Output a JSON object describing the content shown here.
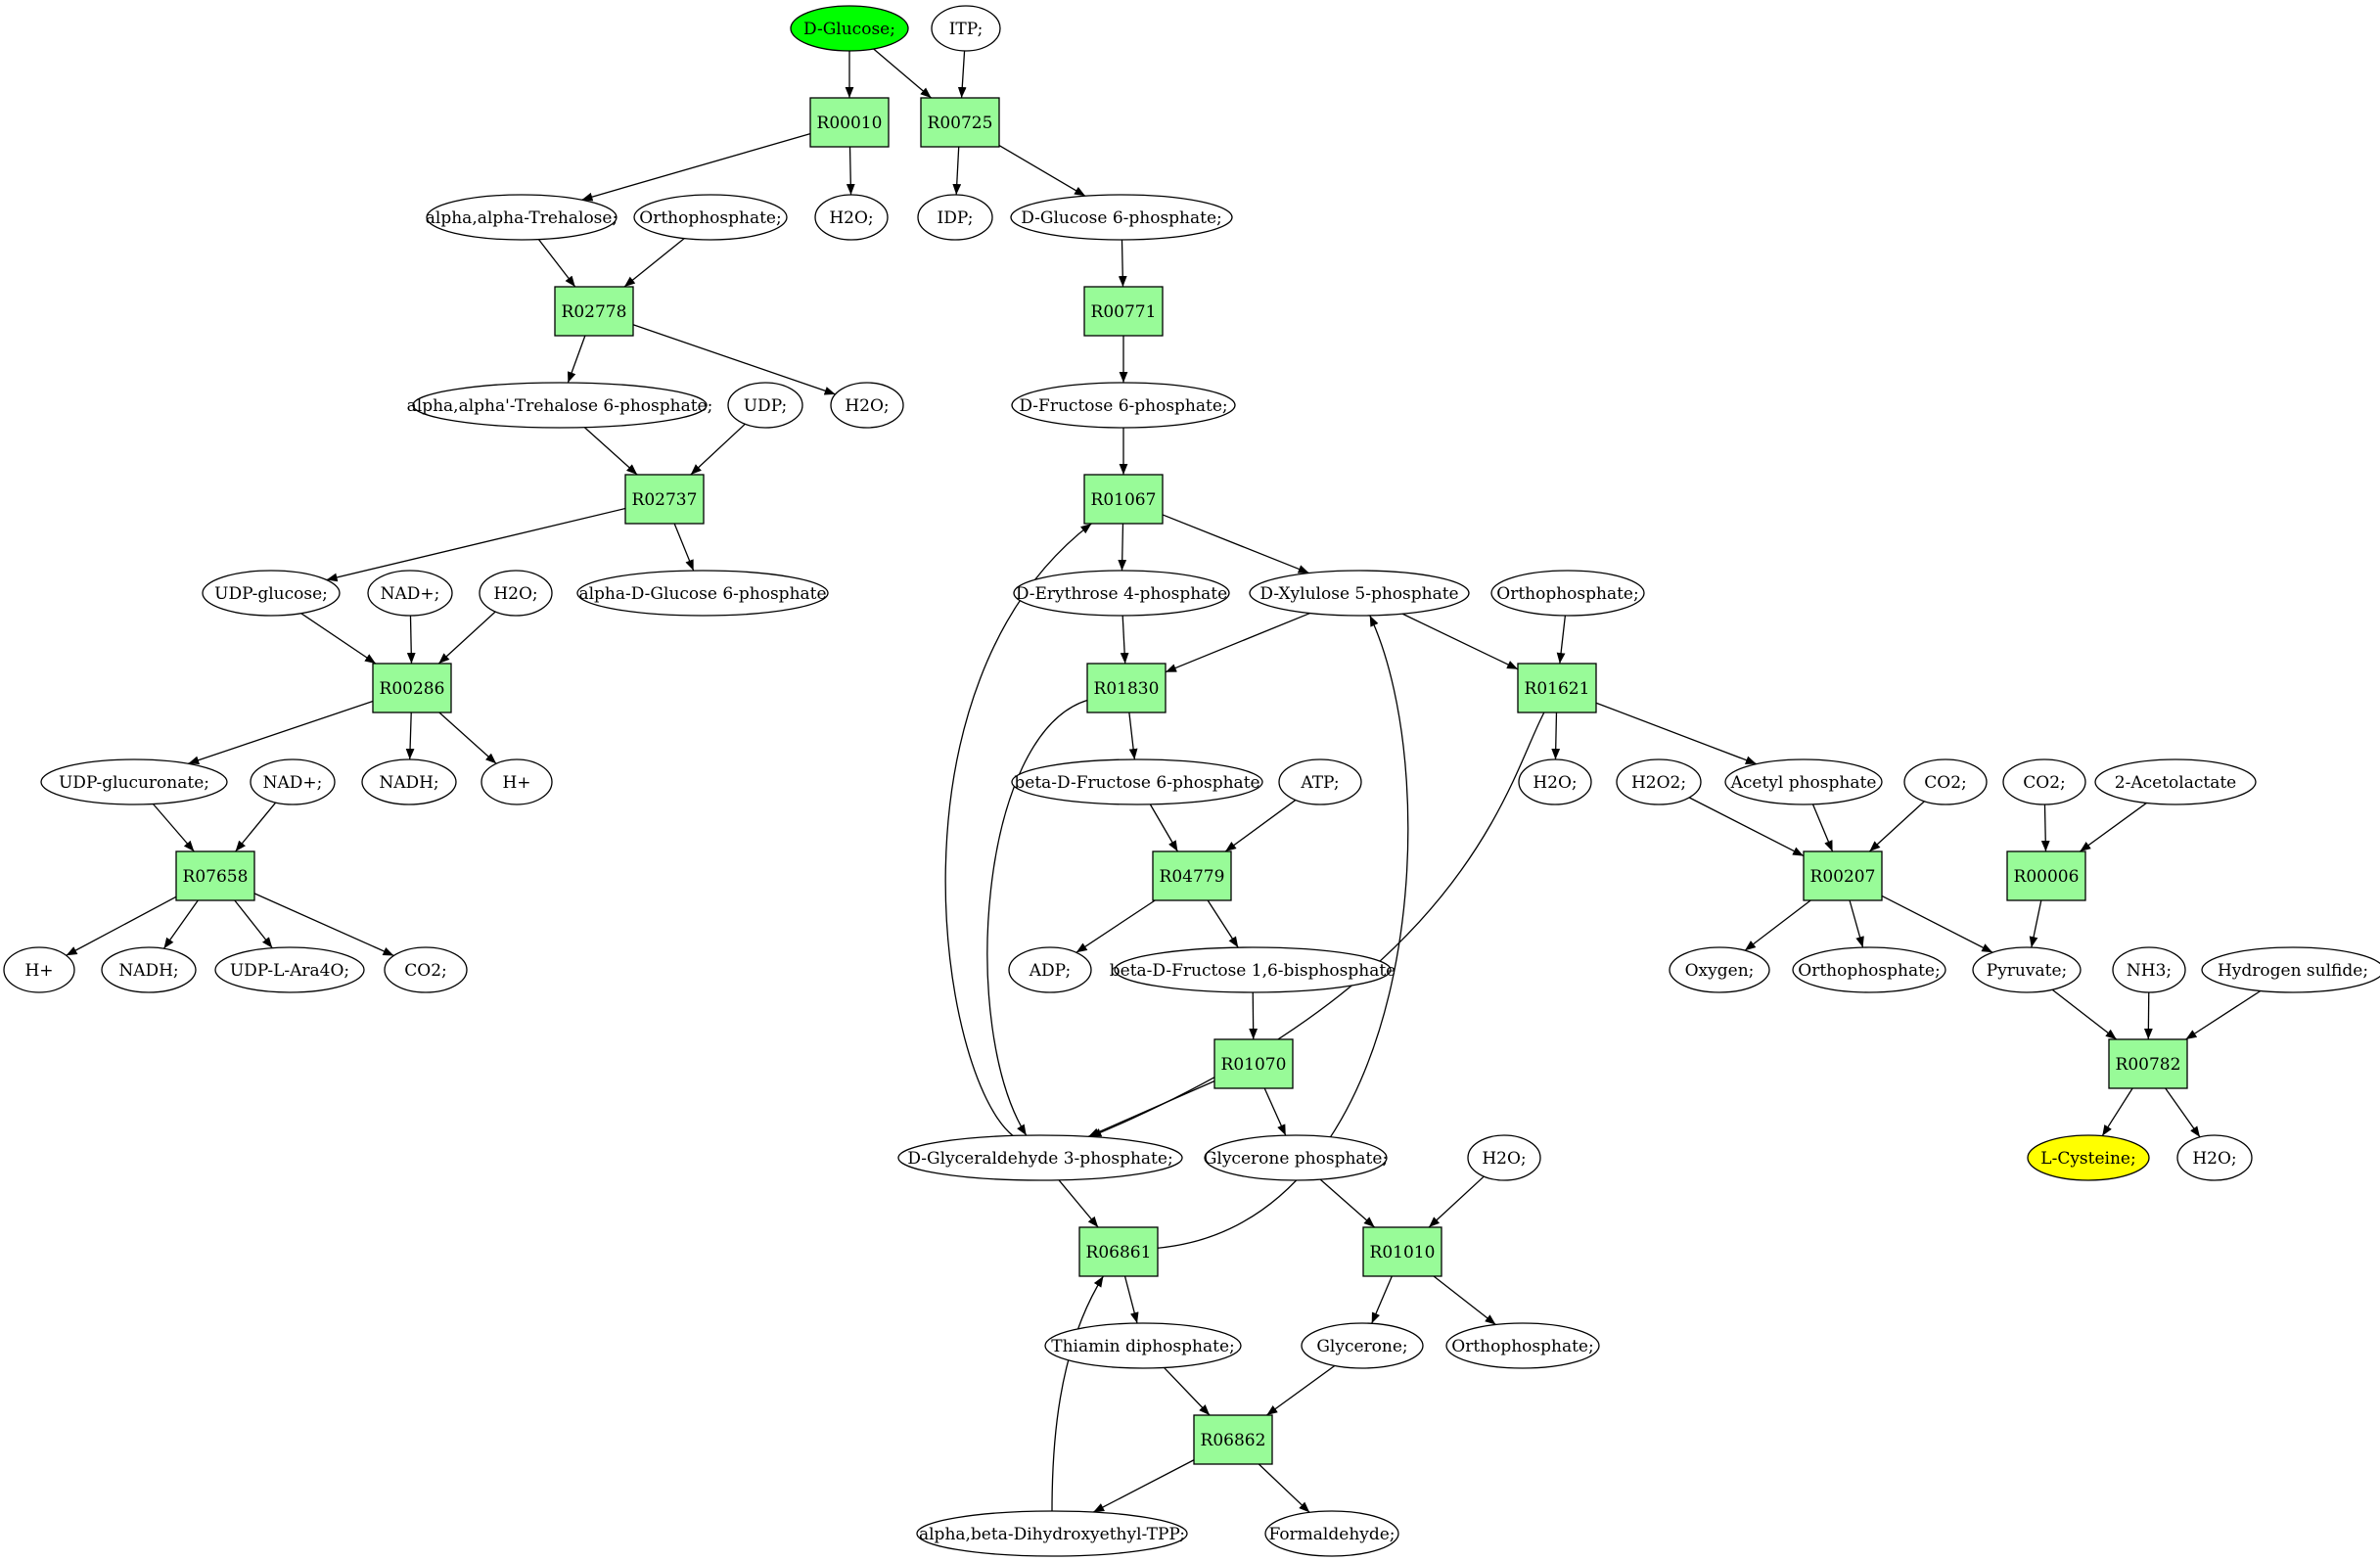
{
  "reactions": [
    {
      "id": "r00010",
      "label": "R00010"
    },
    {
      "id": "r00725",
      "label": "R00725"
    },
    {
      "id": "r02778",
      "label": "R02778"
    },
    {
      "id": "r00771",
      "label": "R00771"
    },
    {
      "id": "r02737",
      "label": "R02737"
    },
    {
      "id": "r01067",
      "label": "R01067"
    },
    {
      "id": "r00286",
      "label": "R00286"
    },
    {
      "id": "r01830",
      "label": "R01830"
    },
    {
      "id": "r01621",
      "label": "R01621"
    },
    {
      "id": "r07658",
      "label": "R07658"
    },
    {
      "id": "r04779",
      "label": "R04779"
    },
    {
      "id": "r00207",
      "label": "R00207"
    },
    {
      "id": "r00006",
      "label": "R00006"
    },
    {
      "id": "r01070",
      "label": "R01070"
    },
    {
      "id": "r00782",
      "label": "R00782"
    },
    {
      "id": "r06861",
      "label": "R06861"
    },
    {
      "id": "r01010",
      "label": "R01010"
    },
    {
      "id": "r06862",
      "label": "R06862"
    }
  ],
  "compounds": [
    {
      "id": "dglucose",
      "label": "D-Glucose;",
      "role": "start"
    },
    {
      "id": "itp",
      "label": "ITP;"
    },
    {
      "id": "trehalose",
      "label": "alpha,alpha-Trehalose;"
    },
    {
      "id": "orthophosphate1",
      "label": "Orthophosphate;"
    },
    {
      "id": "h2o_1",
      "label": "H2O;"
    },
    {
      "id": "idp",
      "label": "IDP;"
    },
    {
      "id": "g6p",
      "label": "D-Glucose 6-phosphate;"
    },
    {
      "id": "t6p",
      "label": "alpha,alpha'-Trehalose 6-phosphate;"
    },
    {
      "id": "udp",
      "label": "UDP;"
    },
    {
      "id": "h2o_2",
      "label": "H2O;"
    },
    {
      "id": "f6p",
      "label": "D-Fructose 6-phosphate;"
    },
    {
      "id": "udpglucose",
      "label": "UDP-glucose;"
    },
    {
      "id": "nad1",
      "label": "NAD+;"
    },
    {
      "id": "h2o_3",
      "label": "H2O;"
    },
    {
      "id": "adg6p",
      "label": "alpha-D-Glucose 6-phosphate"
    },
    {
      "id": "e4p",
      "label": "D-Erythrose 4-phosphate"
    },
    {
      "id": "x5p",
      "label": "D-Xylulose 5-phosphate"
    },
    {
      "id": "orthophosphate2",
      "label": "Orthophosphate;"
    },
    {
      "id": "udpglucuronate",
      "label": "UDP-glucuronate;"
    },
    {
      "id": "nad2",
      "label": "NAD+;"
    },
    {
      "id": "nadh1",
      "label": "NADH;"
    },
    {
      "id": "hplus1",
      "label": "H+"
    },
    {
      "id": "bf6p",
      "label": "beta-D-Fructose 6-phosphate"
    },
    {
      "id": "atp",
      "label": "ATP;"
    },
    {
      "id": "h2o_4",
      "label": "H2O;"
    },
    {
      "id": "h2o2",
      "label": "H2O2;"
    },
    {
      "id": "acetylphosphate",
      "label": "Acetyl phosphate"
    },
    {
      "id": "co2_1",
      "label": "CO2;"
    },
    {
      "id": "co2_2",
      "label": "CO2;"
    },
    {
      "id": "acetolactate",
      "label": "2-Acetolactate"
    },
    {
      "id": "hplus2",
      "label": "H+"
    },
    {
      "id": "nadh2",
      "label": "NADH;"
    },
    {
      "id": "udpara4o",
      "label": "UDP-L-Ara4O;"
    },
    {
      "id": "co2_3",
      "label": "CO2;"
    },
    {
      "id": "adp",
      "label": "ADP;"
    },
    {
      "id": "fbp",
      "label": "beta-D-Fructose 1,6-bisphosphate"
    },
    {
      "id": "oxygen",
      "label": "Oxygen;"
    },
    {
      "id": "orthophosphate3",
      "label": "Orthophosphate;"
    },
    {
      "id": "pyruvate",
      "label": "Pyruvate;"
    },
    {
      "id": "nh3",
      "label": "NH3;"
    },
    {
      "id": "h2s",
      "label": "Hydrogen sulfide;"
    },
    {
      "id": "gap",
      "label": "D-Glyceraldehyde 3-phosphate;"
    },
    {
      "id": "dhap",
      "label": "Glycerone phosphate;"
    },
    {
      "id": "h2o_5",
      "label": "H2O;"
    },
    {
      "id": "lcysteine",
      "label": "L-Cysteine;",
      "role": "target"
    },
    {
      "id": "h2o_6",
      "label": "H2O;"
    },
    {
      "id": "tpp",
      "label": "Thiamin diphosphate;"
    },
    {
      "id": "glycerone",
      "label": "Glycerone;"
    },
    {
      "id": "orthophosphate4",
      "label": "Orthophosphate;"
    },
    {
      "id": "dhetpp",
      "label": "alpha,beta-Dihydroxyethyl-TPP;"
    },
    {
      "id": "formaldehyde",
      "label": "Formaldehyde;"
    }
  ],
  "edges": [
    [
      "dglucose",
      "r00010"
    ],
    [
      "dglucose",
      "r00725"
    ],
    [
      "itp",
      "r00725"
    ],
    [
      "r00010",
      "trehalose"
    ],
    [
      "r00010",
      "h2o_1"
    ],
    [
      "r00725",
      "idp"
    ],
    [
      "r00725",
      "g6p"
    ],
    [
      "trehalose",
      "r02778"
    ],
    [
      "orthophosphate1",
      "r02778"
    ],
    [
      "g6p",
      "r00771"
    ],
    [
      "r02778",
      "t6p"
    ],
    [
      "r02778",
      "h2o_2"
    ],
    [
      "r00771",
      "f6p"
    ],
    [
      "t6p",
      "r02737"
    ],
    [
      "udp",
      "r02737"
    ],
    [
      "f6p",
      "r01067"
    ],
    [
      "r02737",
      "udpglucose"
    ],
    [
      "r02737",
      "adg6p"
    ],
    [
      "r01067",
      "e4p"
    ],
    [
      "r01067",
      "x5p"
    ],
    [
      "udpglucose",
      "r00286"
    ],
    [
      "nad1",
      "r00286"
    ],
    [
      "h2o_3",
      "r00286"
    ],
    [
      "e4p",
      "r01830"
    ],
    [
      "x5p",
      "r01830"
    ],
    [
      "x5p",
      "r01621"
    ],
    [
      "orthophosphate2",
      "r01621"
    ],
    [
      "r00286",
      "udpglucuronate"
    ],
    [
      "r00286",
      "nadh1"
    ],
    [
      "r00286",
      "hplus1"
    ],
    [
      "r01830",
      "bf6p"
    ],
    [
      "r01830",
      "gap"
    ],
    [
      "r01621",
      "h2o_4"
    ],
    [
      "r01621",
      "acetylphosphate"
    ],
    [
      "r01621",
      "gap"
    ],
    [
      "udpglucuronate",
      "r07658"
    ],
    [
      "nad2",
      "r07658"
    ],
    [
      "bf6p",
      "r04779"
    ],
    [
      "atp",
      "r04779"
    ],
    [
      "h2o2",
      "r00207"
    ],
    [
      "acetylphosphate",
      "r00207"
    ],
    [
      "co2_1",
      "r00207"
    ],
    [
      "co2_2",
      "r00006"
    ],
    [
      "acetolactate",
      "r00006"
    ],
    [
      "r07658",
      "hplus2"
    ],
    [
      "r07658",
      "nadh2"
    ],
    [
      "r07658",
      "udpara4o"
    ],
    [
      "r07658",
      "co2_3"
    ],
    [
      "r04779",
      "adp"
    ],
    [
      "r04779",
      "fbp"
    ],
    [
      "r00207",
      "oxygen"
    ],
    [
      "r00207",
      "orthophosphate3"
    ],
    [
      "r00207",
      "pyruvate"
    ],
    [
      "r00006",
      "pyruvate"
    ],
    [
      "fbp",
      "r01070"
    ],
    [
      "r01070",
      "gap"
    ],
    [
      "r01070",
      "dhap"
    ],
    [
      "pyruvate",
      "r00782"
    ],
    [
      "nh3",
      "r00782"
    ],
    [
      "h2s",
      "r00782"
    ],
    [
      "gap",
      "r06861"
    ],
    [
      "gap",
      "r01067"
    ],
    [
      "dhap",
      "r01010"
    ],
    [
      "h2o_5",
      "r01010"
    ],
    [
      "r00782",
      "lcysteine"
    ],
    [
      "r00782",
      "h2o_6"
    ],
    [
      "r06861",
      "tpp"
    ],
    [
      "r06861",
      "x5p"
    ],
    [
      "r01010",
      "glycerone"
    ],
    [
      "r01010",
      "orthophosphate4"
    ],
    [
      "tpp",
      "r06862"
    ],
    [
      "glycerone",
      "r06862"
    ],
    [
      "r06862",
      "dhetpp"
    ],
    [
      "r06862",
      "formaldehyde"
    ],
    [
      "dhetpp",
      "r06861"
    ]
  ],
  "colors": {
    "reaction_fill": "#98fb98",
    "start_fill": "#00ff00",
    "target_fill": "#ffff00",
    "compound_fill": "#ffffff",
    "stroke": "#000000"
  }
}
